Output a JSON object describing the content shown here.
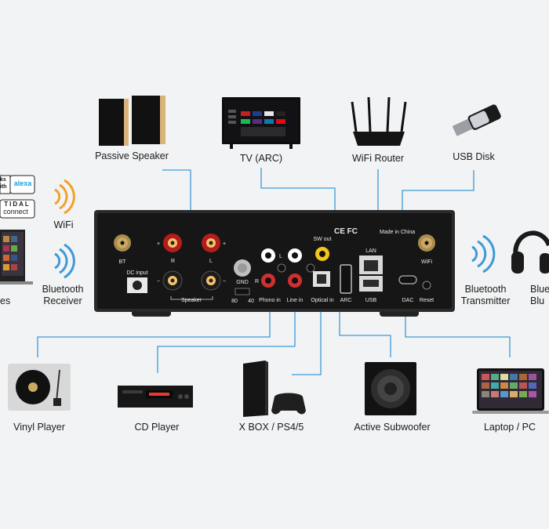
{
  "devices": {
    "passive_speaker": "Passive Speaker",
    "tv": "TV (ARC)",
    "wifi_router": "WiFi Router",
    "usb_disk": "USB Disk",
    "wifi": "WiFi",
    "bluetooth_receiver": "Bluetooth\nReceiver",
    "bluetooth_transmitter": "Bluetooth\nTransmitter",
    "bluetooth_headphones_partial": "Blue\nBlu",
    "phones_partial": "es",
    "vinyl": "Vinyl Player",
    "cd": "CD Player",
    "console": "X BOX / PS4/5",
    "subwoofer": "Active Subwoofer",
    "laptop": "Laptop / PC"
  },
  "badges": {
    "works_with": "ks\nith",
    "alexa": "alexa",
    "tidal": "TIDAL",
    "connect": "connect"
  },
  "amp": {
    "bt": "BT",
    "wifi": "WiFi",
    "dc_input": "DC input",
    "r": "R",
    "l": "L",
    "plus": "+",
    "minus": "−",
    "speaker": "Speaker",
    "gnd": "GND",
    "hz80": "80",
    "hz40": "40",
    "phono_in": "Phono in",
    "line_in": "Line in",
    "sw_out": "SW out",
    "optical_in": "Optical in",
    "arc": "ARC",
    "lan": "LAN",
    "usb": "USB",
    "dac": "DAC",
    "reset": "Reset",
    "made_in": "Made in China",
    "ce": "CE FC"
  },
  "colors": {
    "wire": "#3d9ad6",
    "amp_body": "#1a1a1a",
    "background": "#f2f3f4"
  }
}
